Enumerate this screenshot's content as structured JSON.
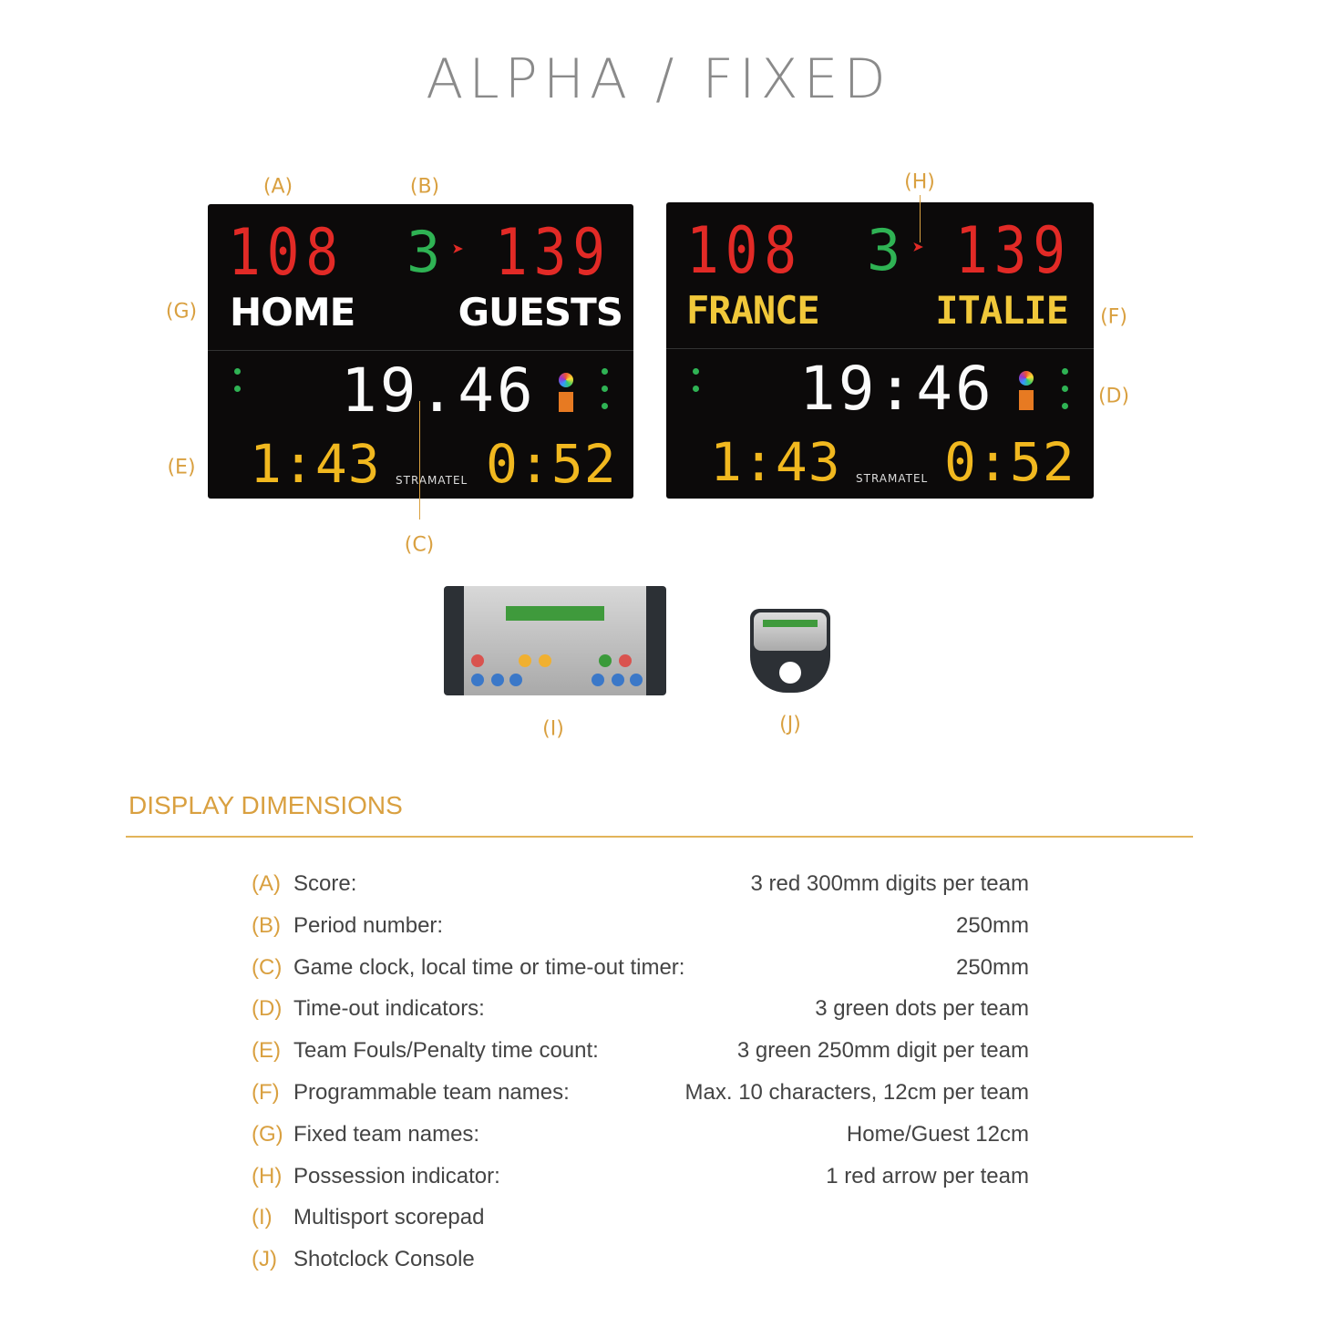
{
  "title": "ALPHA  /  FIXED",
  "callouts": {
    "A": "(A)",
    "B": "(B)",
    "C": "(C)",
    "D": "(D)",
    "E": "(E)",
    "F": "(F)",
    "G": "(G)",
    "H": "(H)",
    "I": "(I)",
    "J": "(J)"
  },
  "boards": [
    {
      "home_score": "108",
      "period": "3",
      "guest_score": "139",
      "home_name": "HOME",
      "guest_name": "GUESTS",
      "clock": "19.46",
      "home_fouls": "1:43",
      "guest_fouls": "0:52",
      "brand": "STRAMATEL",
      "name_color": "#ffffff"
    },
    {
      "home_score": "108",
      "period": "3",
      "guest_score": "139",
      "home_name": "FRANCE",
      "guest_name": "ITALIE",
      "clock": "19:46",
      "home_fouls": "1:43",
      "guest_fouls": "0:52",
      "brand": "STRAMATEL",
      "name_color": "#f1c83a"
    }
  ],
  "section": {
    "heading": "DISPLAY DIMENSIONS",
    "rows": [
      {
        "key": "(A)",
        "name": "Score:",
        "value": "3 red 300mm digits per team"
      },
      {
        "key": "(B)",
        "name": "Period number:",
        "value": "250mm"
      },
      {
        "key": "(C)",
        "name": "Game clock, local time or time-out timer:",
        "value": "250mm"
      },
      {
        "key": "(D)",
        "name": "Time-out indicators:",
        "value": "3 green dots per team"
      },
      {
        "key": "(E)",
        "name": "Team Fouls/Penalty time count:",
        "value": "3 green 250mm digit per team"
      },
      {
        "key": "(F)",
        "name": "Programmable team names:",
        "value": "Max. 10 characters, 12cm per team"
      },
      {
        "key": "(G)",
        "name": "Fixed team names:",
        "value": "Home/Guest 12cm"
      },
      {
        "key": "(H)",
        "name": "Possession indicator:",
        "value": "1 red arrow per team"
      },
      {
        "key": "(I)",
        "name": "Multisport scorepad",
        "value": ""
      },
      {
        "key": "(J)",
        "name": "Shotclock Console",
        "value": ""
      }
    ]
  },
  "colors": {
    "accent": "#d9a040",
    "score": "#e22a26",
    "period": "#2fb354",
    "fouls": "#f1b81f"
  }
}
